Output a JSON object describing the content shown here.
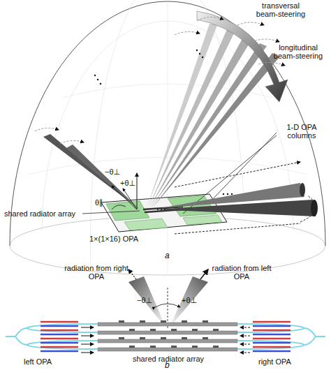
{
  "diagram": {
    "labels": [
      "transversal beam-steering",
      "longitudinal beam-steering",
      "1-D OPA columns",
      "shared radiator array",
      "1×(1×16) OPA",
      "−θ⊥",
      "+θ⊥",
      "θ∥",
      "a",
      "radiation from right OPA",
      "radiation from left OPA",
      "−θ⊥",
      "+θ⊥",
      "left OPA",
      "shared radiator array",
      "right OPA",
      "b"
    ]
  }
}
